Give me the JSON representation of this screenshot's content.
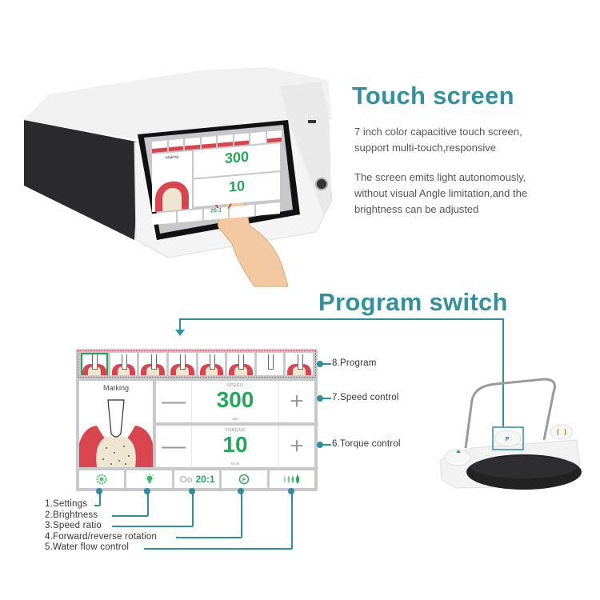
{
  "touch_section": {
    "title": "Touch screen",
    "para1_line1": "7 inch color capacitive touch screen,",
    "para1_line2": "support multi-touch,responsive",
    "para2_line1": "The screen emits light autonomously,",
    "para2_line2": "without visual Angle limitation,and the",
    "para2_line3": "brightness can be adjusted"
  },
  "device_screen": {
    "mode_label": "Making",
    "speed_value": "300",
    "torque_value": "10",
    "ratio": "20:1"
  },
  "program_section": {
    "title": "Program switch"
  },
  "panel": {
    "mode_label": "Marking",
    "speed": {
      "label": "SPEED",
      "value": "300",
      "unit": "rpm"
    },
    "torque": {
      "label": "TORQUE",
      "value": "10",
      "unit": "N·cm"
    },
    "ratio_label": "20:1",
    "minus_symbol": "—",
    "plus_symbol": "+",
    "program_count": 8,
    "selected_program": 1
  },
  "callouts_right": [
    "8.Program",
    "7.Speed control",
    "6.Torque control"
  ],
  "callouts_bottom": [
    "1.Settings",
    "2.Brightness",
    "3.Speed ratio",
    "4.Forward/reverse rotation",
    "5.Water flow control"
  ],
  "colors": {
    "accent_teal": "#2f8f9c",
    "value_green": "#27a55a",
    "gum_red": "#d9454f"
  }
}
